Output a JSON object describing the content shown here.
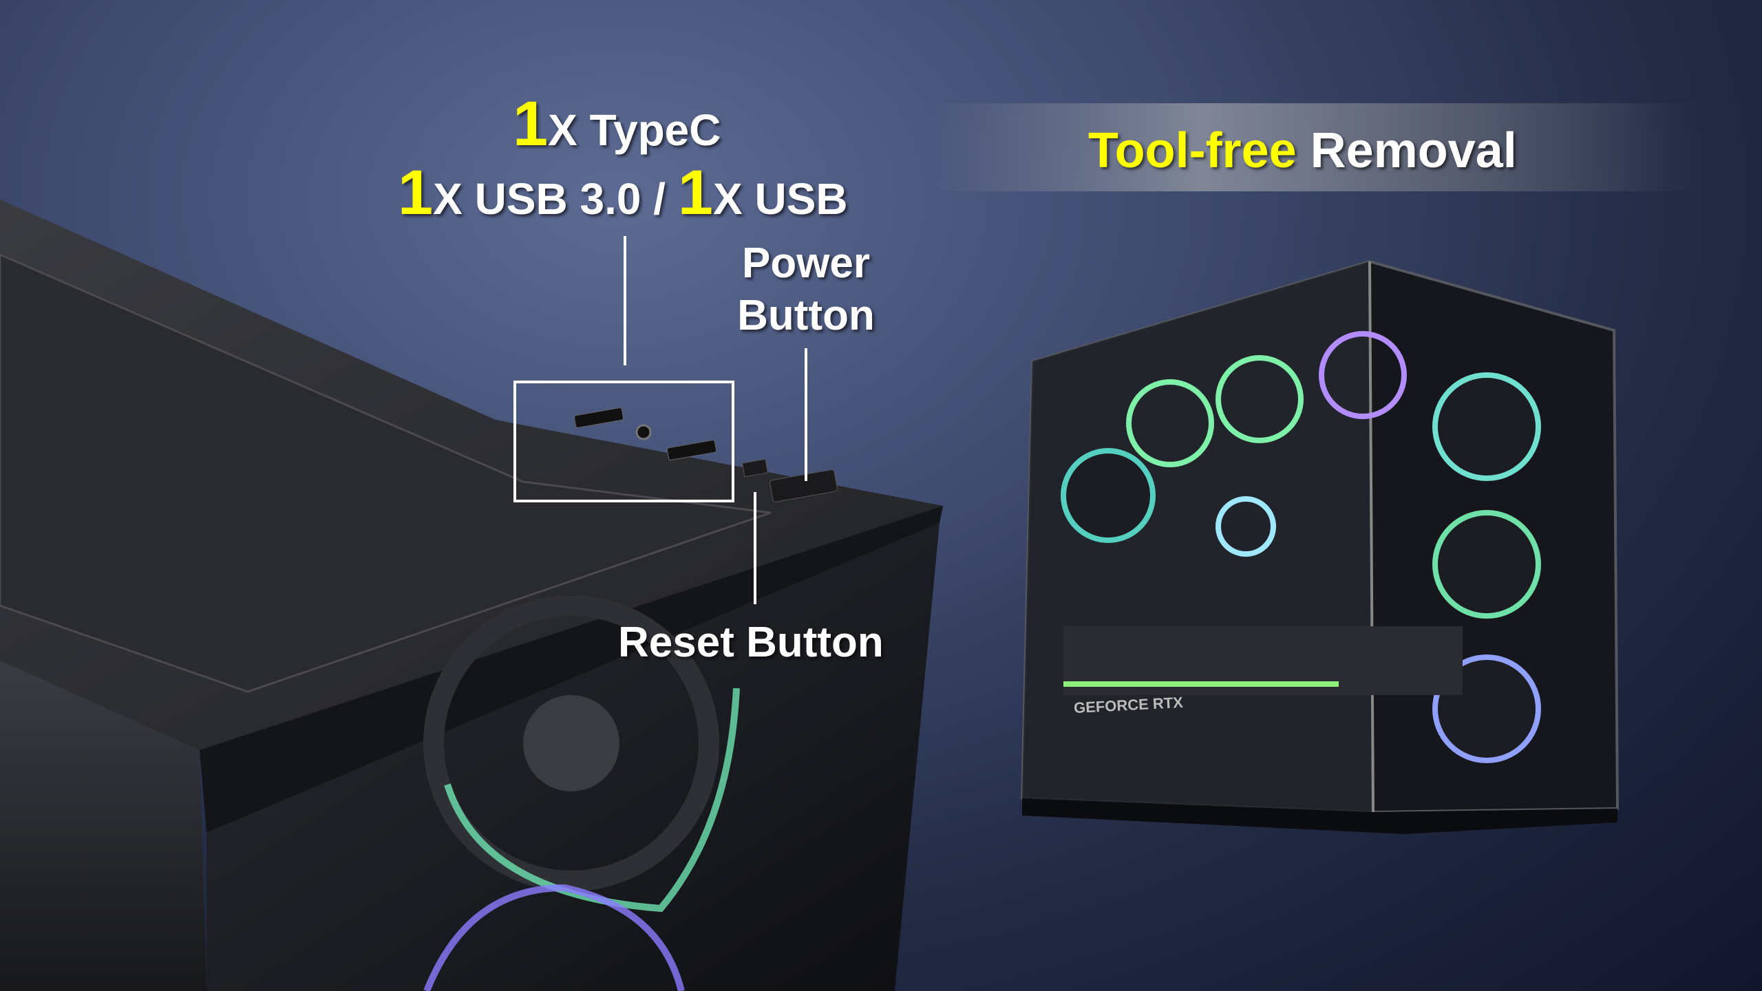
{
  "callouts": {
    "typec": {
      "count": "1",
      "label": "X TypeC"
    },
    "usb": {
      "count1": "1",
      "label1": "X USB 3.0 / ",
      "count2": "1",
      "label2": "X USB"
    },
    "power_button": {
      "line1": "Power",
      "line2": "Button"
    },
    "reset_button": "Reset Button"
  },
  "banner": {
    "highlight": "Tool-free",
    "rest": " Removal"
  },
  "product": {
    "gpu_label": "GEFORCE RTX"
  },
  "colors": {
    "highlight": "#ffff00",
    "text": "#ffffff"
  }
}
